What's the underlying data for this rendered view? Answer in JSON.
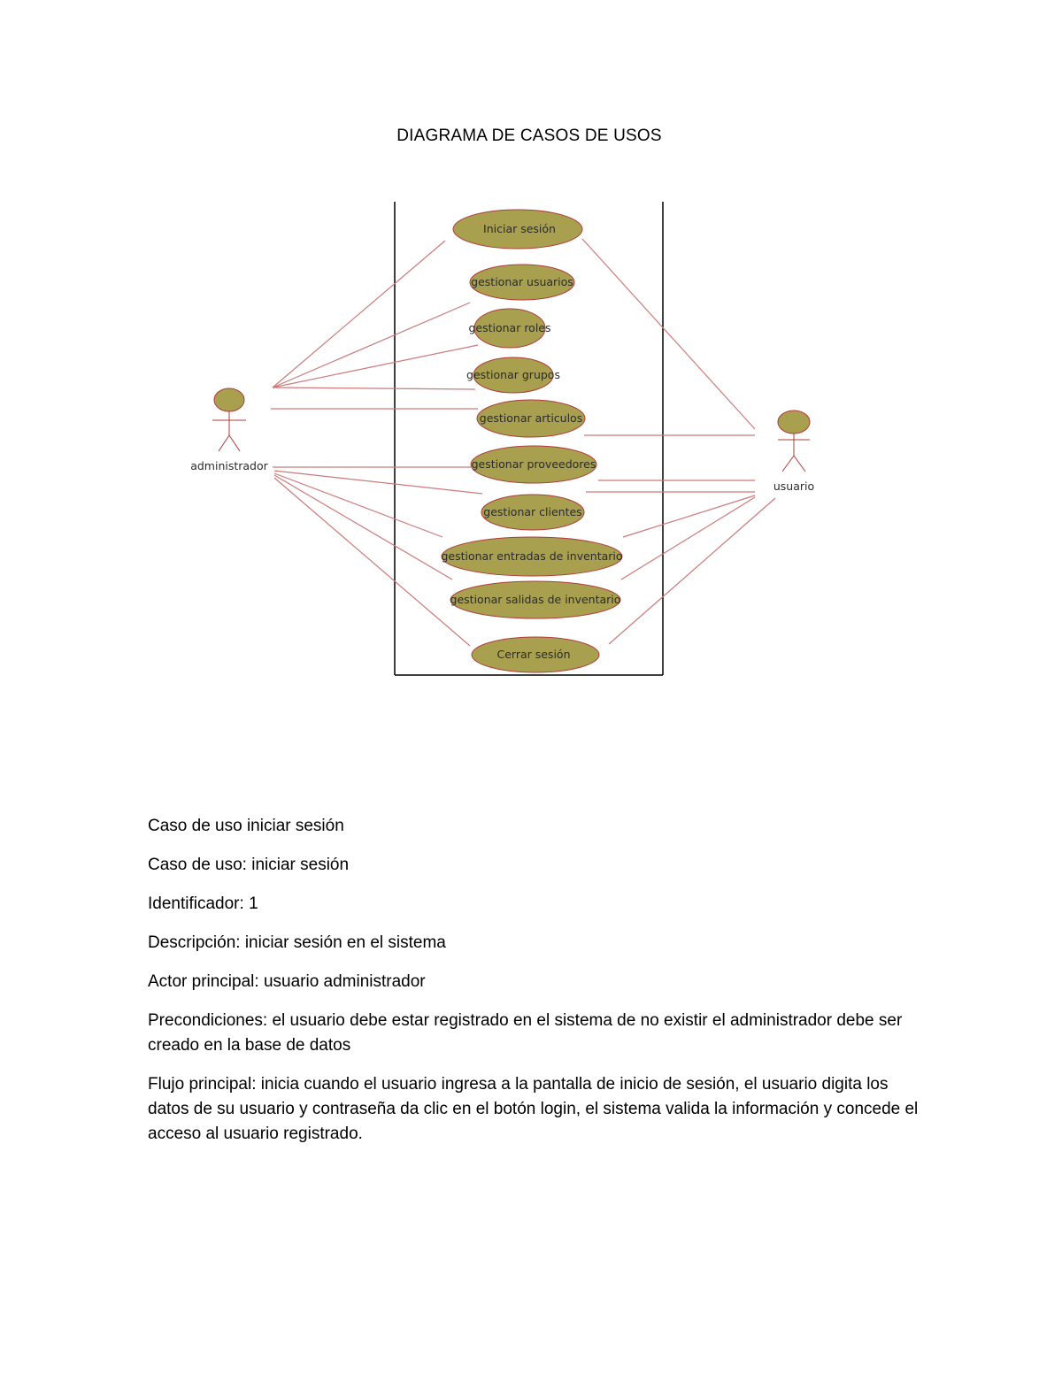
{
  "document": {
    "title": "DIAGRAMA DE CASOS DE USOS"
  },
  "diagram": {
    "colors": {
      "use_case_fill": "#a8a04e",
      "use_case_stroke": "#b23b3b",
      "association_line": "#cc7a7a",
      "boundary": "#000000"
    },
    "actors": [
      {
        "id": "administrador",
        "label": "administrador"
      },
      {
        "id": "usuario",
        "label": "usuario"
      }
    ],
    "use_cases": [
      {
        "id": "iniciar-sesion",
        "label": "Iniciar sesión"
      },
      {
        "id": "gestionar-usuarios",
        "label": "gestionar usuarios"
      },
      {
        "id": "gestionar-roles",
        "label": "gestionar roles"
      },
      {
        "id": "gestionar-grupos",
        "label": "gestionar grupos"
      },
      {
        "id": "gestionar-articulos",
        "label": "gestionar articulos"
      },
      {
        "id": "gestionar-proveedores",
        "label": "gestionar proveedores"
      },
      {
        "id": "gestionar-clientes",
        "label": "gestionar clientes"
      },
      {
        "id": "gestionar-entradas",
        "label": "gestionar entradas de inventario"
      },
      {
        "id": "gestionar-salidas",
        "label": "gestionar salidas de inventario"
      },
      {
        "id": "cerrar-sesion",
        "label": "Cerrar sesión"
      }
    ]
  },
  "use_case_spec": {
    "heading": "Caso de uso iniciar sesión",
    "caso_de_uso": "Caso de uso: iniciar sesión",
    "identificador": "Identificador:  1",
    "descripcion": "Descripción: iniciar sesión en el sistema",
    "actor_principal": "Actor principal: usuario administrador",
    "precondiciones": "Precondiciones: el usuario debe estar registrado en el sistema de no existir el administrador debe ser creado en la base de datos",
    "flujo_principal": "Flujo principal: inicia cuando el usuario ingresa a la pantalla de inicio de sesión, el usuario digita los datos de su usuario y contraseña da clic en el botón login, el sistema valida la información y concede el acceso al usuario registrado."
  }
}
